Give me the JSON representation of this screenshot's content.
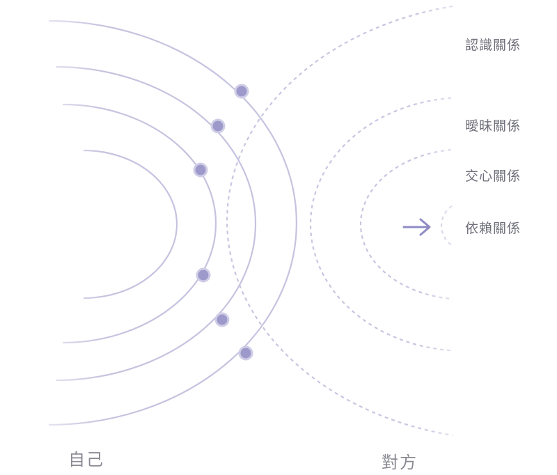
{
  "relations": {
    "acquaintance": "認識關係",
    "ambiguous": "曖昧關係",
    "intimate": "交心關係",
    "dependent": "依賴關係"
  },
  "sides": {
    "self": "自己",
    "other": "對方"
  },
  "arrow_icon": "arrow-right-icon",
  "colors": {
    "arc": "#c5c3df",
    "dashed": "#c8c6e0",
    "dot_fill": "#9d9acb",
    "dot_ring": "#cfcde6",
    "arrow": "#8f8cc4"
  }
}
